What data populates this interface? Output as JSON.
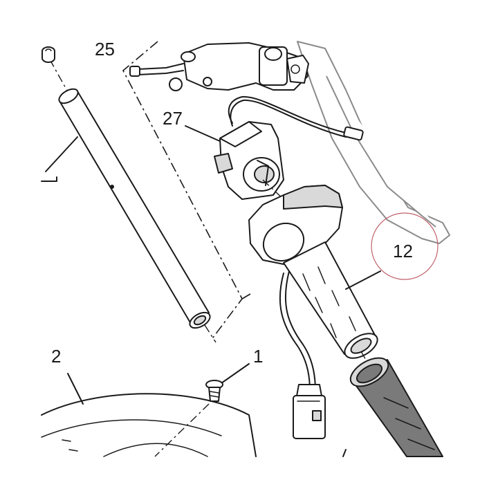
{
  "callouts": {
    "part_25": "25",
    "part_27": "27",
    "part_12": "12",
    "part_2": "2",
    "part_1": "1"
  },
  "colors": {
    "line": "#1a1a1a",
    "highlight_circle": "#c0606a",
    "grip_rubber": "#7a7a7a",
    "shading": "#d9d9d9"
  }
}
